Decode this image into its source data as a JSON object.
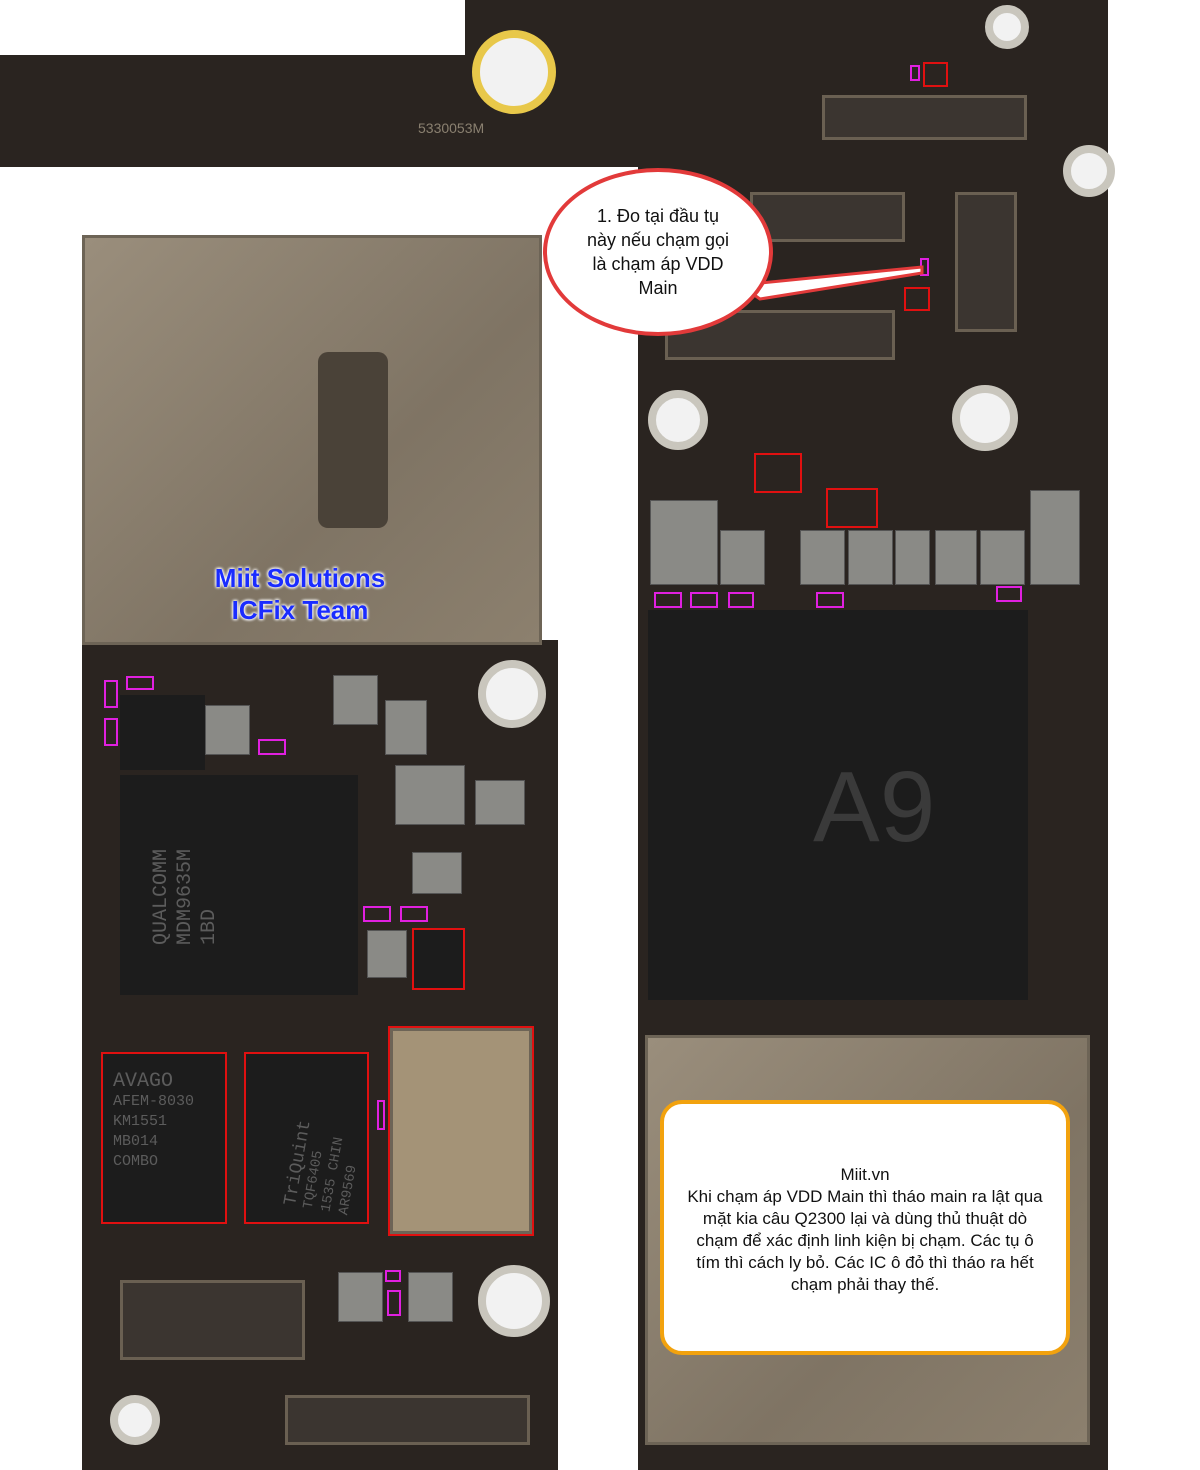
{
  "board_markings": {
    "top_strip_code": "5330053M",
    "cpu_label": "A9",
    "baseband_label": [
      "QUALCOMM",
      "MDM9635M",
      "1BD"
    ],
    "pa_left_label": [
      "AVAGO",
      "AFEM-8030",
      "KM1551",
      "MB014",
      "COMBO"
    ],
    "pa_right_label": [
      "TriQuint",
      "TQF6405",
      "1535 CHIN",
      "AR9569"
    ]
  },
  "watermark": {
    "line1": "Miit Solutions",
    "line2": "ICFix Team"
  },
  "callout": {
    "text": "1. Đo tại đầu tụ này nếu chạm gọi là chạm áp VDD Main"
  },
  "note": {
    "title": "Miit.vn",
    "body": "Khi chạm áp VDD Main thì tháo main ra lật qua mặt kia câu Q2300 lại và dùng thủ thuật dò chạm để xác định linh kiện bị chạm. Các tụ ô tím thì cách ly bỏ. Các IC ô đỏ thì tháo ra hết chạm phải thay thế."
  },
  "colors": {
    "red_marker": "#e01010",
    "purple_marker": "#e020e0",
    "note_border": "#f2a20e",
    "callout_border": "#e23a3a",
    "watermark": "#1a2cff"
  }
}
